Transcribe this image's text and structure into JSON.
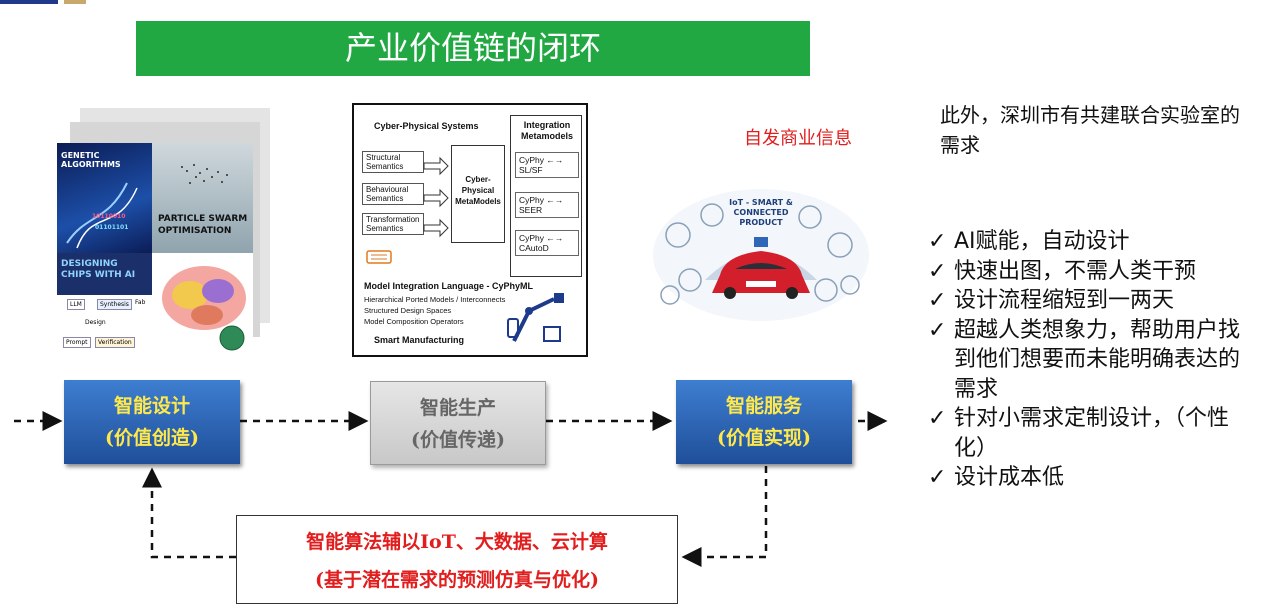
{
  "title": "产业价值链的闭环",
  "left_image": {
    "tile_texts": [
      "GENETIC ALGORITHMS",
      "PARTICLE SWARM OPTIMISATION",
      "DESIGNING CHIPS WITH AI"
    ],
    "flow_labels": [
      "LLM",
      "Synthesis",
      "Design",
      "Prompt",
      "Verification",
      "Fab"
    ]
  },
  "cps_image": {
    "heading": "Cyber-Physical Systems",
    "semantics": [
      "Structural Semantics",
      "Behavioural Semantics",
      "Transformation Semantics"
    ],
    "metamodels": "Cyber-Physical MetaModels",
    "integration_heading": "Integration Metamodels",
    "integration_items": [
      "CyPhy ←→ SL/SF",
      "CyPhy ←→ SEER",
      "CyPhy ←→ CAutoD"
    ],
    "language_title": "Model Integration Language - CyPhyML",
    "language_items": [
      "Hierarchical Ported Models / Interconnects",
      "Structured Design Spaces",
      "Model Composition Operators"
    ],
    "footer": "Smart Manufacturing"
  },
  "iot_image": {
    "label": "IoT - SMART & CONNECTED PRODUCT"
  },
  "red_note": "自发商业信息",
  "right_text": "此外，深圳市有共建联合实验室的需求",
  "checklist": [
    "AI赋能，自动设计",
    "快速出图，不需人类干预",
    "设计流程缩短到一两天",
    "超越人类想象力，帮助用户找到他们想要而未能明确表达的需求",
    "针对小需求定制设计，（个性化）",
    "设计成本低"
  ],
  "check_mark": "✓",
  "nodes": {
    "design": {
      "label": "智能设计",
      "sub": "(价值创造)"
    },
    "production": {
      "label": "智能生产",
      "sub": "(价值传递)"
    },
    "service": {
      "label": "智能服务",
      "sub": "(价值实现)"
    }
  },
  "algorithm": {
    "label": "智能算法辅以IoT、大数据、云计算",
    "sub": "(基于潜在需求的预测仿真与优化)"
  },
  "colors": {
    "title_green": "#22a843",
    "node_blue": "#2f66b8",
    "node_text_yellow": "#ffe84a",
    "red": "#e11d1d"
  }
}
